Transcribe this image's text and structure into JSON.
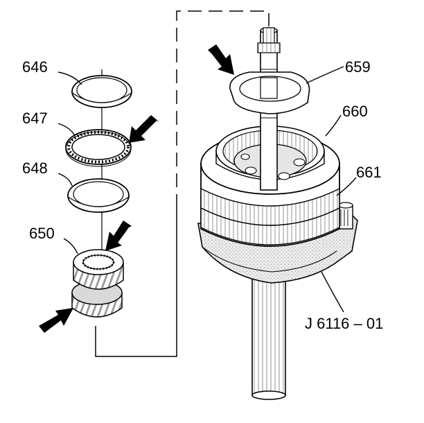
{
  "diagram": {
    "callouts": {
      "c646": "646",
      "c647": "647",
      "c648": "648",
      "c650": "650",
      "c659": "659",
      "c660": "660",
      "c661": "661",
      "tool": "J 6116 – 01"
    },
    "colors": {
      "ink": "#000000",
      "paper": "#ffffff",
      "shade": "#d9d9d9",
      "dark": "#777777"
    }
  }
}
